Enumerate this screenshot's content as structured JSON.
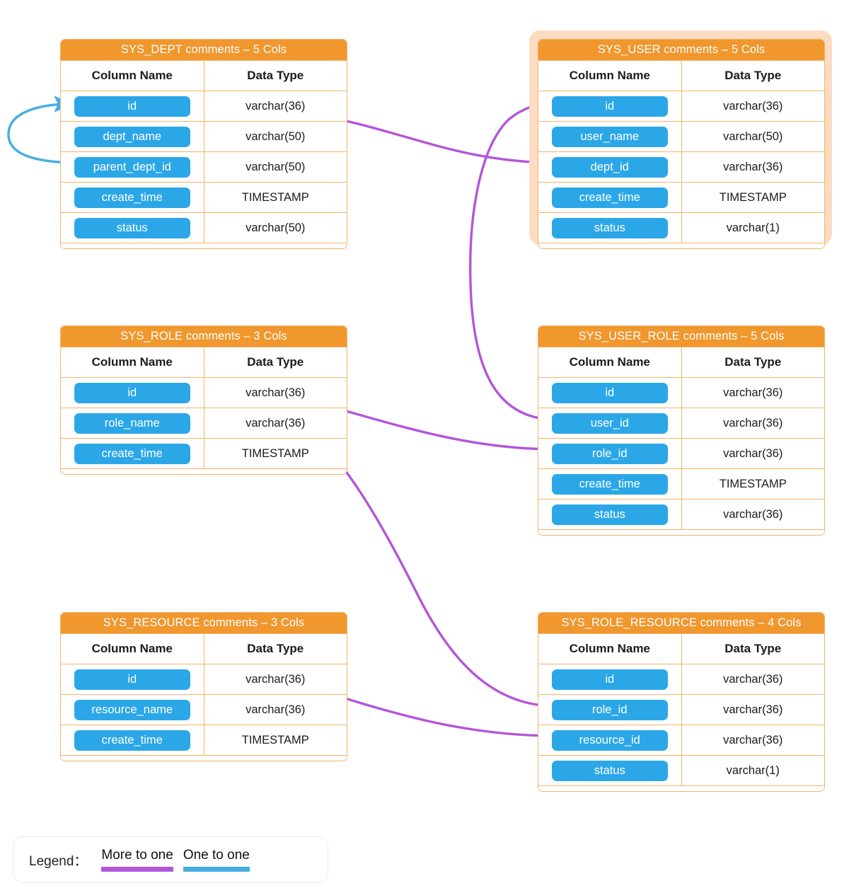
{
  "diagram": {
    "title_suffix": "comments",
    "separator": "–",
    "cols_word": "Cols",
    "colors": {
      "header_orange": "#F0972E",
      "border_orange": "#F3B46A",
      "pill_blue": "#2BA7E8",
      "edge_purple": "#B455D9",
      "edge_blue": "#45AEE4",
      "selection_peach": "#FBDCC2",
      "background": "#FFFFFF"
    },
    "columns_header": {
      "name": "Column Name",
      "type": "Data Type"
    }
  },
  "tables": [
    {
      "id": "sys-dept",
      "name": "SYS_DEPT",
      "title": "SYS_DEPT comments – 5 Cols",
      "col_count": 5,
      "selected": false,
      "rows": [
        {
          "name": "id",
          "type": "varchar(36)"
        },
        {
          "name": "dept_name",
          "type": "varchar(50)"
        },
        {
          "name": "parent_dept_id",
          "type": "varchar(50)"
        },
        {
          "name": "create_time",
          "type": "TIMESTAMP"
        },
        {
          "name": "status",
          "type": "varchar(50)"
        }
      ]
    },
    {
      "id": "sys-user",
      "name": "SYS_USER",
      "title": "SYS_USER comments – 5 Cols",
      "col_count": 5,
      "selected": true,
      "rows": [
        {
          "name": "id",
          "type": "varchar(36)"
        },
        {
          "name": "user_name",
          "type": "varchar(50)"
        },
        {
          "name": "dept_id",
          "type": "varchar(36)"
        },
        {
          "name": "create_time",
          "type": "TIMESTAMP"
        },
        {
          "name": "status",
          "type": "varchar(1)"
        }
      ]
    },
    {
      "id": "sys-role",
      "name": "SYS_ROLE",
      "title": "SYS_ROLE comments – 3 Cols",
      "col_count": 3,
      "selected": false,
      "rows": [
        {
          "name": "id",
          "type": "varchar(36)"
        },
        {
          "name": "role_name",
          "type": "varchar(36)"
        },
        {
          "name": "create_time",
          "type": "TIMESTAMP"
        }
      ]
    },
    {
      "id": "sys-user-role",
      "name": "SYS_USER_ROLE",
      "title": "SYS_USER_ROLE comments – 5 Cols",
      "col_count": 5,
      "selected": false,
      "rows": [
        {
          "name": "id",
          "type": "varchar(36)"
        },
        {
          "name": "user_id",
          "type": "varchar(36)"
        },
        {
          "name": "role_id",
          "type": "varchar(36)"
        },
        {
          "name": "create_time",
          "type": "TIMESTAMP"
        },
        {
          "name": "status",
          "type": "varchar(36)"
        }
      ]
    },
    {
      "id": "sys-resource",
      "name": "SYS_RESOURCE",
      "title": "SYS_RESOURCE comments – 3 Cols",
      "col_count": 3,
      "selected": false,
      "rows": [
        {
          "name": "id",
          "type": "varchar(36)"
        },
        {
          "name": "resource_name",
          "type": "varchar(36)"
        },
        {
          "name": "create_time",
          "type": "TIMESTAMP"
        }
      ]
    },
    {
      "id": "sys-role-resource",
      "name": "SYS_ROLE_RESOURCE",
      "title": "SYS_ROLE_RESOURCE comments – 4 Cols",
      "col_count": 4,
      "selected": false,
      "rows": [
        {
          "name": "id",
          "type": "varchar(36)"
        },
        {
          "name": "role_id",
          "type": "varchar(36)"
        },
        {
          "name": "resource_id",
          "type": "varchar(36)"
        },
        {
          "name": "status",
          "type": "varchar(1)"
        }
      ]
    }
  ],
  "relationships": [
    {
      "from_table": "SYS_DEPT",
      "from_column": "parent_dept_id",
      "to_table": "SYS_DEPT",
      "to_column": "id",
      "kind": "One to one",
      "color": "#45AEE4"
    },
    {
      "from_table": "SYS_USER",
      "from_column": "dept_id",
      "to_table": "SYS_DEPT",
      "to_column": "id",
      "kind": "More to one",
      "color": "#B455D9"
    },
    {
      "from_table": "SYS_USER_ROLE",
      "from_column": "user_id",
      "to_table": "SYS_USER",
      "to_column": "id",
      "kind": "More to one",
      "color": "#B455D9"
    },
    {
      "from_table": "SYS_USER_ROLE",
      "from_column": "role_id",
      "to_table": "SYS_ROLE",
      "to_column": "id",
      "kind": "More to one",
      "color": "#B455D9"
    },
    {
      "from_table": "SYS_ROLE_RESOURCE",
      "from_column": "role_id",
      "to_table": "SYS_ROLE",
      "to_column": "id",
      "kind": "More to one",
      "color": "#B455D9"
    },
    {
      "from_table": "SYS_ROLE_RESOURCE",
      "from_column": "resource_id",
      "to_table": "SYS_RESOURCE",
      "to_column": "id",
      "kind": "More to one",
      "color": "#B455D9"
    }
  ],
  "legend": {
    "label": "Legend：",
    "items": [
      {
        "text": "More to one",
        "color": "#B455D9"
      },
      {
        "text": "One to one",
        "color": "#45AEE4"
      }
    ]
  }
}
